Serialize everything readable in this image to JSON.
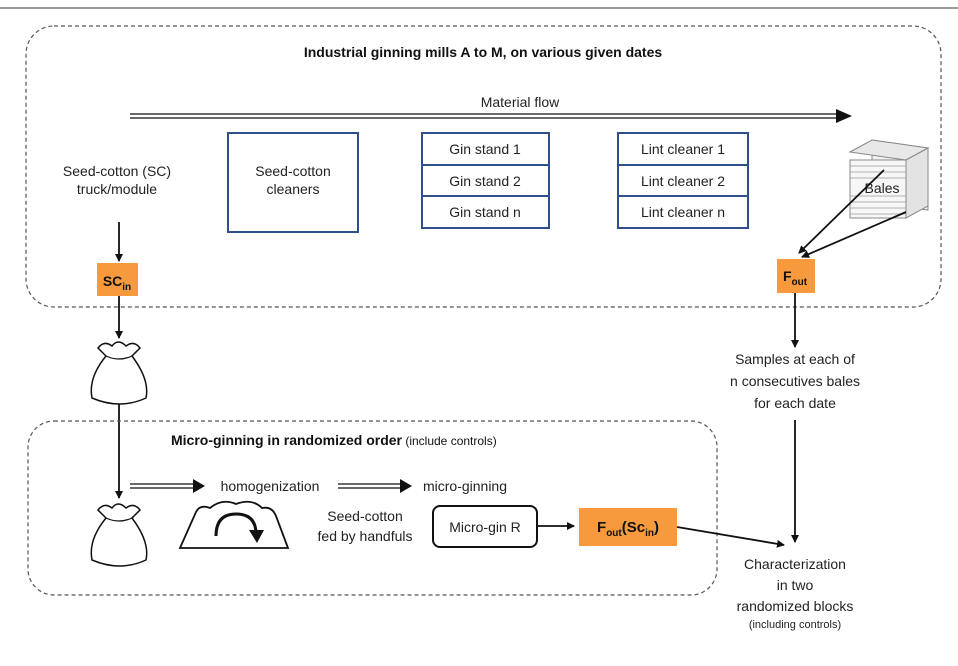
{
  "top_region": {
    "title": "Industrial ginning mills A to M, on various given dates",
    "material_flow": "Material flow",
    "seed_cotton_line1": "Seed-cotton (SC)",
    "seed_cotton_line2": "truck/module",
    "cleaners_line1": "Seed-cotton",
    "cleaners_line2": "cleaners",
    "gin_stands": [
      "Gin stand 1",
      "Gin stand 2",
      "Gin stand n"
    ],
    "lint_cleaners": [
      "Lint cleaner 1",
      "Lint cleaner 2",
      "Lint cleaner n"
    ],
    "bales": "Bales",
    "sc_in": {
      "base": "SC",
      "sub": "in"
    },
    "f_out": {
      "base": "F",
      "sub": "out"
    }
  },
  "samples": {
    "lines": [
      "Samples at each of",
      "n consecutives bales",
      "for each date"
    ]
  },
  "bottom_region": {
    "title_bold": "Micro-ginning in randomized order",
    "title_note": " (include controls)",
    "homogenization": "homogenization",
    "micro_ginning": "micro-ginning",
    "fed_line1": "Seed-cotton",
    "fed_line2": "fed by handfuls",
    "micro_gin": "Micro-gin R",
    "f_out_sc_in": {
      "base": "F",
      "sub1": "out",
      "paren_open": "(Sc",
      "sub2": "in",
      "paren_close": ")"
    }
  },
  "characterization": {
    "lines": [
      "Characterization",
      "in two",
      "randomized blocks"
    ],
    "note": "(including controls)"
  },
  "colors": {
    "orange": "#F79A3E",
    "box_border": "#2F4F8A",
    "dashed": "#555555",
    "arrow": "#111111"
  }
}
